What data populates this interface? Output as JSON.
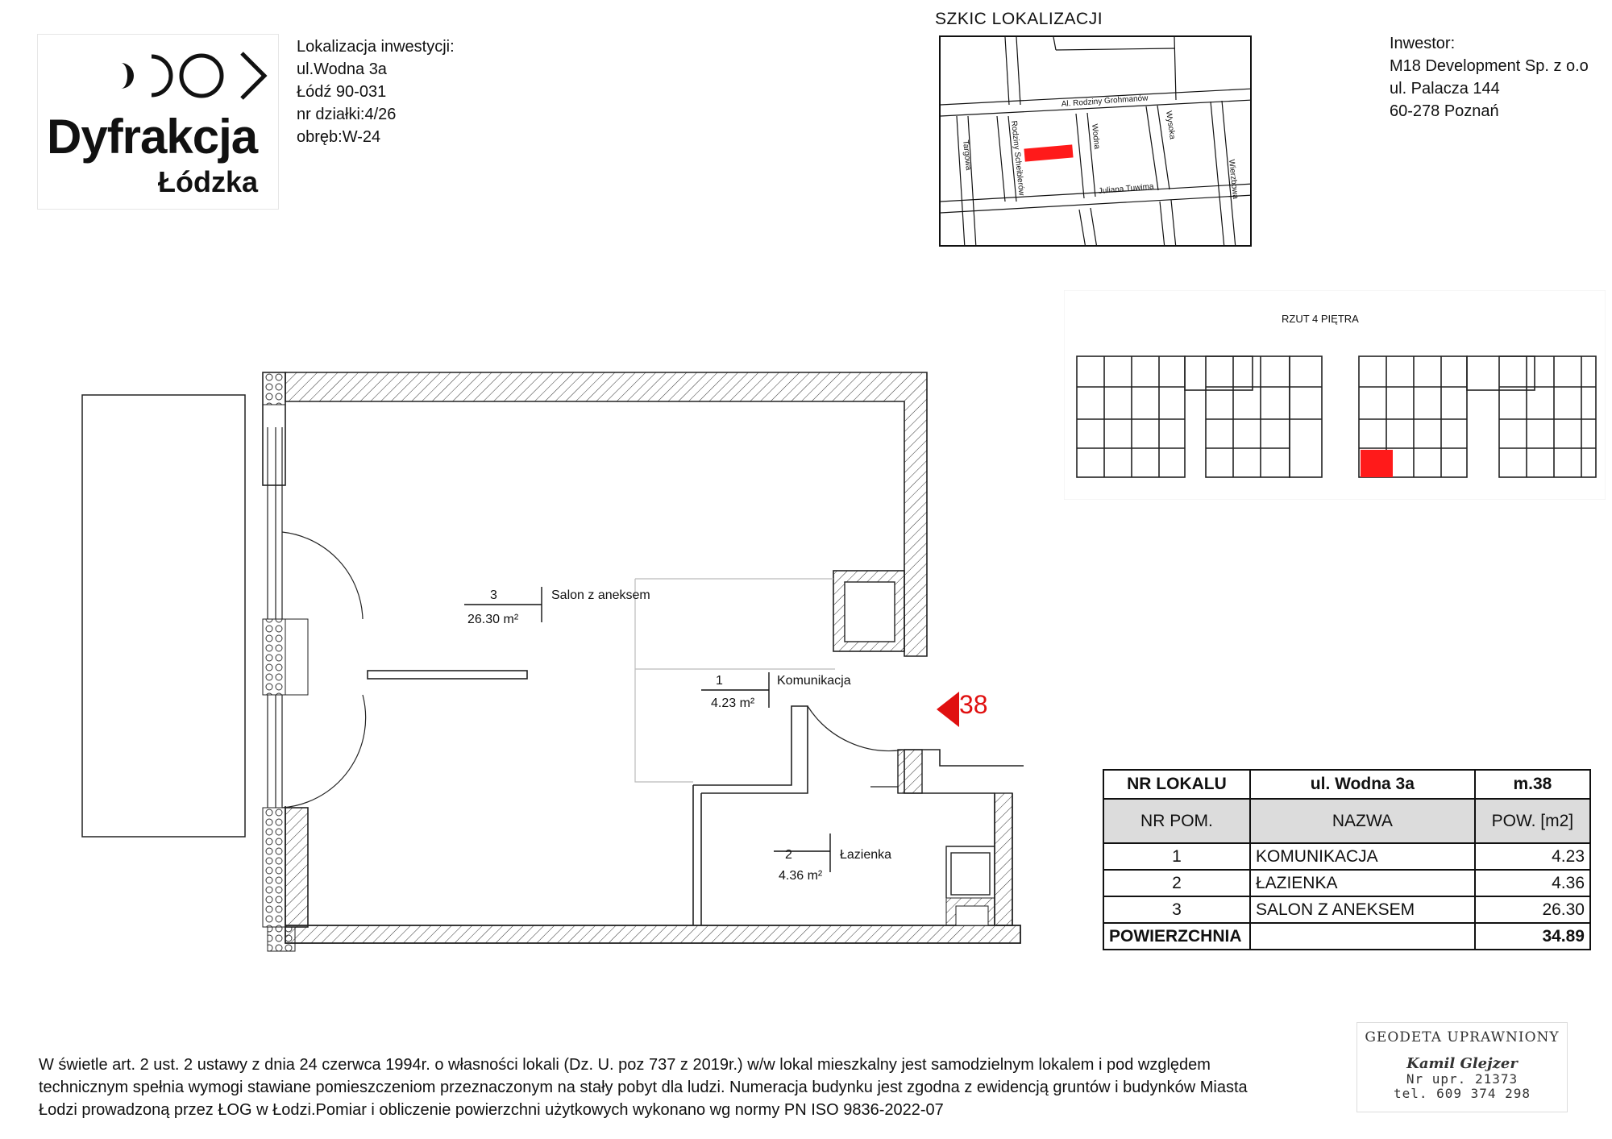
{
  "logo": {
    "title": "Dyfrakcja",
    "subtitle": "Łódzka"
  },
  "location": {
    "heading": "Lokalizacja inwestycji:",
    "street": "ul.Wodna 3a",
    "city": "Łódź 90-031",
    "plot": "nr działki:4/26",
    "district": "obręb:W-24"
  },
  "investor": {
    "heading": "Inwestor:",
    "company": "M18 Development Sp. z o.o",
    "street": "ul. Palacza 144",
    "city": "60-278 Poznań"
  },
  "map": {
    "title": "SZKIC LOKALIZACJI",
    "streets": {
      "grohmanow": "Al. Rodziny Grohmanów",
      "scheiblerow": "Rodziny Scheiblerów",
      "wodna": "Wodna",
      "wysoka": "Wysoka",
      "targowa": "Targowa",
      "tuwima": "Juliana Tuwima",
      "wierzbowa": "Wierzbowa"
    },
    "highlight_color": "#ff1a1a"
  },
  "floor_overview": {
    "title": "RZUT 4 PIĘTRA"
  },
  "plan": {
    "unit_marker": "38",
    "marker_color": "#e01010",
    "rooms": [
      {
        "no": "3",
        "name": "Salon z aneksem",
        "area": "26.30 m²"
      },
      {
        "no": "1",
        "name": "Komunikacja",
        "area": "4.23 m²"
      },
      {
        "no": "2",
        "name": "Łazienka",
        "area": "4.36 m²"
      }
    ]
  },
  "table": {
    "header": {
      "col1": "NR LOKALU",
      "col2": "ul. Wodna 3a",
      "col3": "m.38"
    },
    "subheader": {
      "col1": "NR  POM.",
      "col2": "NAZWA",
      "col3": "POW. [m2]"
    },
    "rows": [
      {
        "no": "1",
        "name": "KOMUNIKACJA",
        "area": "4.23"
      },
      {
        "no": "2",
        "name": "ŁAZIENKA",
        "area": "4.36"
      },
      {
        "no": "3",
        "name": "SALON Z ANEKSEM",
        "area": "26.30"
      }
    ],
    "total": {
      "label": "POWIERZCHNIA",
      "value": "34.89"
    }
  },
  "legal": {
    "line1": "W świetle art. 2 ust. 2 ustawy z dnia 24 czerwca 1994r. o własności lokali (Dz. U. poz 737 z 2019r.) w/w lokal mieszkalny  jest samodzielnym lokalem i pod względem",
    "line2": "technicznym spełnia wymogi stawiane pomieszczeniom przeznaczonym na  stały pobyt  dla ludzi.  Numeracja budynku jest zgodna z ewidencją gruntów i budynków Miasta",
    "line3": "Łodzi prowadzoną przez ŁOG w Łodzi.Pomiar i obliczenie powierzchni użytkowych wykonano wg normy PN ISO 9836-2022-07"
  },
  "stamp": {
    "title": "GEODETA UPRAWNIONY",
    "name": "Kamil Glejzer",
    "license": "Nr upr. 21373",
    "phone": "tel. 609 374 298"
  }
}
